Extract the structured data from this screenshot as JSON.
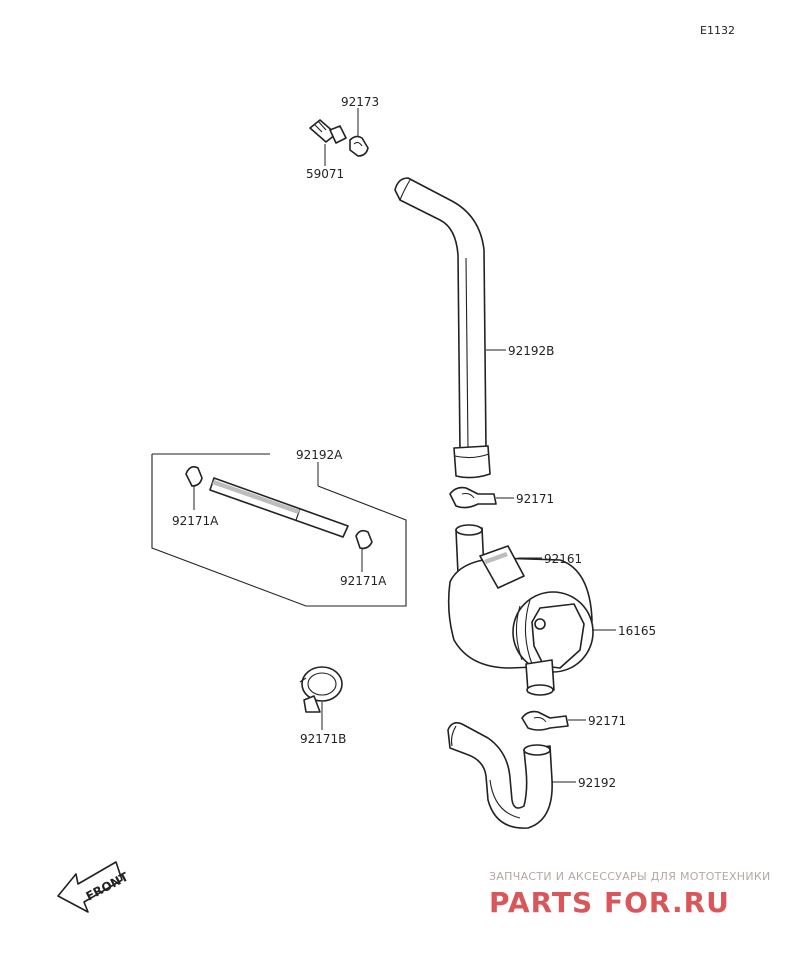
{
  "diagram": {
    "code": "E1132",
    "parts": {
      "p92173": "92173",
      "p59071": "59071",
      "p92192B": "92192B",
      "p92192A": "92192A",
      "p92171A_1": "92171A",
      "p92171A_2": "92171A",
      "p92171_1": "92171",
      "p92161": "92161",
      "p16165": "16165",
      "p92171B": "92171B",
      "p92171_2": "92171",
      "p92192": "92192"
    },
    "front_label": "FRONT"
  },
  "watermark": {
    "tagline": "ЗАПЧАСТИ И АКСЕССУАРЫ ДЛЯ МОТОТЕХНИКИ",
    "brand": "PARTS FOR.RU"
  }
}
